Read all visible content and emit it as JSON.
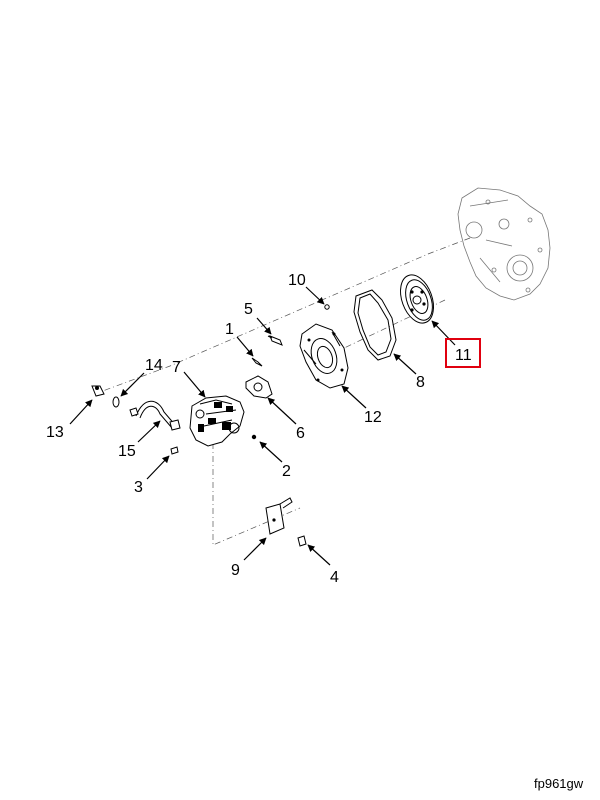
{
  "figure_id": "fp961gw",
  "highlight_color": "#e0000f",
  "callouts": [
    {
      "key": "c1",
      "label": "1"
    },
    {
      "key": "c2",
      "label": "2"
    },
    {
      "key": "c3",
      "label": "3"
    },
    {
      "key": "c4",
      "label": "4"
    },
    {
      "key": "c5",
      "label": "5"
    },
    {
      "key": "c6",
      "label": "6"
    },
    {
      "key": "c7",
      "label": "7"
    },
    {
      "key": "c8",
      "label": "8"
    },
    {
      "key": "c9",
      "label": "9"
    },
    {
      "key": "c10",
      "label": "10"
    },
    {
      "key": "c11",
      "label": "11",
      "highlighted": true
    },
    {
      "key": "c12",
      "label": "12"
    },
    {
      "key": "c13",
      "label": "13"
    },
    {
      "key": "c14",
      "label": "14"
    },
    {
      "key": "c15",
      "label": "15"
    }
  ]
}
